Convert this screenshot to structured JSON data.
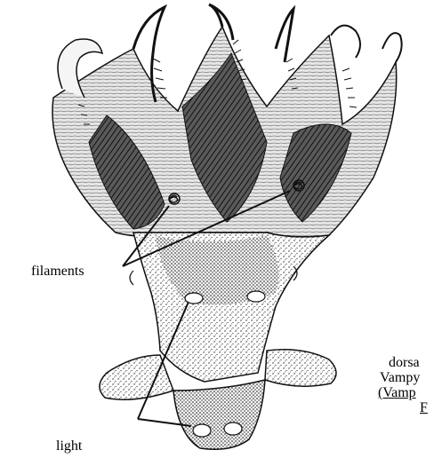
{
  "labels": {
    "filaments": "filaments",
    "lights": "light",
    "caption_line1": "dorsa",
    "caption_line2": "Vampy",
    "caption_line3": "(Vamp",
    "caption_line4": "F"
  },
  "colors": {
    "ink": "#111111",
    "paper": "#ffffff",
    "skin_mid": "#9a9a9a",
    "skin_dark": "#3a3a3a",
    "web_light": "#d9d9d9"
  }
}
